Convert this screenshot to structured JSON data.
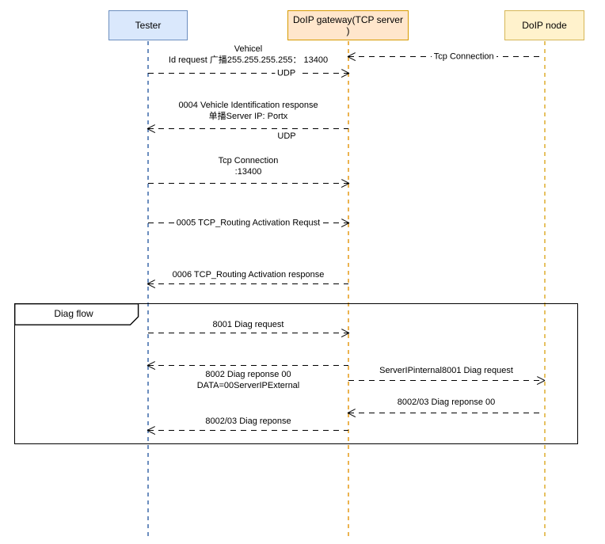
{
  "colors": {
    "tester-fill": "#dae8fc",
    "tester-border": "#6c8ebf",
    "gateway-fill": "#ffe6cc",
    "gateway-border": "#d79b00",
    "node-fill": "#fff2cc",
    "node-border": "#d6b656",
    "tester-lifeline": "#6c8ebf",
    "gateway-lifeline": "#ecb34f",
    "node-lifeline": "#e6c162",
    "arrow": "#000000",
    "frame-border": "#000000"
  },
  "actors": [
    {
      "id": "tester",
      "lines": [
        "Tester"
      ]
    },
    {
      "id": "gateway",
      "lines": [
        "DoIP gateway(TCP server",
        ")"
      ]
    },
    {
      "id": "node",
      "lines": [
        "DoIP node"
      ]
    }
  ],
  "frame": {
    "label": "Diag flow"
  },
  "messages": [
    {
      "id": "tcp-connection-node-gateway",
      "inline_label": "Tcp Connection",
      "direction": "left",
      "from": "DoIP node",
      "to": "DoIP gateway"
    },
    {
      "id": "vehicle-id-request",
      "lines": [
        "Vehicel",
        "Id request 广播255.255.255.255： 13400"
      ],
      "inline_label": "UDP",
      "direction": "right",
      "from": "Tester",
      "to": "DoIP gateway"
    },
    {
      "id": "vehicle-id-response",
      "lines": [
        "0004 Vehicle Identification response",
        "单播Server IP: Portx"
      ],
      "below_label": "UDP",
      "direction": "left",
      "from": "DoIP gateway",
      "to": "Tester"
    },
    {
      "id": "tcp-connection-tester-gateway",
      "lines": [
        "Tcp Connection",
        ":13400"
      ],
      "direction": "right",
      "from": "Tester",
      "to": "DoIP gateway"
    },
    {
      "id": "routing-activation-request",
      "lines": [
        "0005 TCP_Routing Activation Requst"
      ],
      "direction": "right",
      "from": "Tester",
      "to": "DoIP gateway"
    },
    {
      "id": "routing-activation-response",
      "lines": [
        "0006 TCP_Routing Activation response"
      ],
      "direction": "left",
      "from": "DoIP gateway",
      "to": "Tester"
    },
    {
      "id": "diag-request",
      "lines": [
        "8001 Diag request"
      ],
      "direction": "right",
      "from": "Tester",
      "to": "DoIP gateway"
    },
    {
      "id": "diag-response",
      "below_lines": [
        "8002 Diag reponse 00",
        "DATA=00ServerIPExternal"
      ],
      "direction": "left",
      "from": "DoIP gateway",
      "to": "Tester"
    },
    {
      "id": "internal-diag-request",
      "lines": [
        "ServerIPinternal8001 Diag request"
      ],
      "direction": "right",
      "from": "DoIP gateway",
      "to": "DoIP node"
    },
    {
      "id": "internal-diag-response",
      "lines": [
        "8002/03 Diag reponse 00"
      ],
      "direction": "left",
      "from": "DoIP node",
      "to": "DoIP gateway"
    },
    {
      "id": "final-diag-response",
      "lines": [
        "8002/03 Diag reponse"
      ],
      "direction": "left",
      "from": "DoIP gateway",
      "to": "Tester"
    }
  ]
}
